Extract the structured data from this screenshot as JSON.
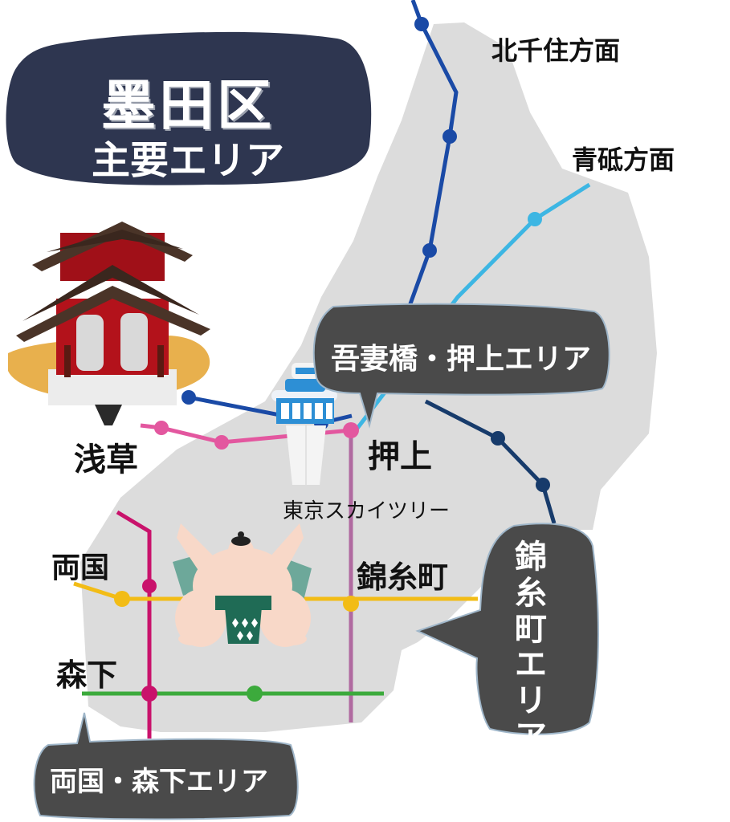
{
  "title": {
    "main": "墨田区",
    "sub": "主要エリア"
  },
  "directions": {
    "kitasenju": "北千住方面",
    "aoto": "青砥方面"
  },
  "stations": {
    "asakusa": "浅草",
    "oshiage": "押上",
    "ryogoku": "両国",
    "kinshicho": "錦糸町",
    "morishita": "森下"
  },
  "landmark": {
    "skytree": "東京スカイツリー"
  },
  "areas": {
    "azumabashi_oshiage": "吾妻橋・押上エリア",
    "kinshicho": "錦糸町エリア",
    "ryogoku_morishita": "両国・森下エリア"
  },
  "colors": {
    "ward_fill": "#dcdcdc",
    "title_bg": "#2e3650",
    "bubble_bg": "#4a4a4a",
    "line_dark_blue": "#1a4aa6",
    "line_light_blue": "#3db6e3",
    "line_navy": "#173b6b",
    "line_pink": "#e3579f",
    "line_magenta": "#c9126b",
    "line_mauve": "#b06aa0",
    "line_yellow": "#f2bc16",
    "line_green": "#3caa3c"
  },
  "icons": {
    "temple": "kaminarimon-temple-icon",
    "tower": "skytree-tower-icon",
    "sumo": "sumo-wrestler-icon"
  }
}
